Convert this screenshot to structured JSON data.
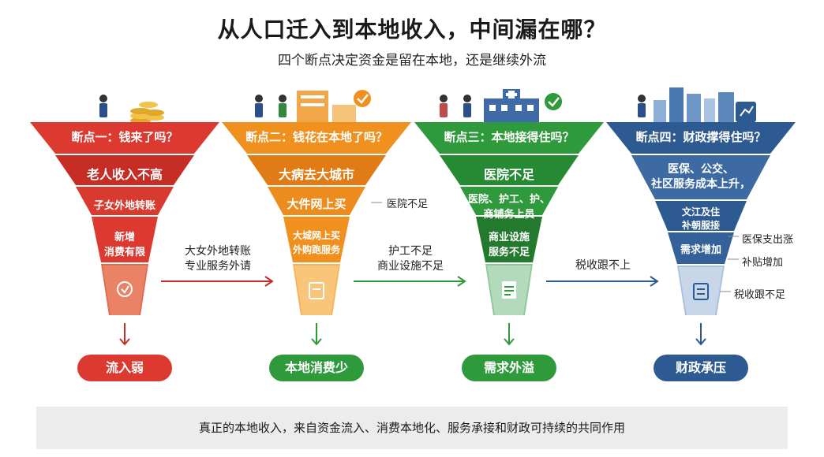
{
  "title": "从人口迁入到本地收入，中间漏在哪？",
  "subtitle": "四个断点决定资金是留在本地，还是继续外流",
  "funnels": [
    {
      "header": "断点一：钱来了吗？",
      "tiers": [
        "老人收入不高",
        "子女外地转账",
        "新增",
        "消费有限"
      ],
      "result": "流入弱",
      "colors": {
        "main": "#dc3a30",
        "dark": "#b8261f"
      }
    },
    {
      "header": "断点二：钱花在本地了吗？",
      "tiers": [
        "大病去大城市",
        "大件网上买",
        "大城网上买",
        "外购跑服务"
      ],
      "side": [
        "医院不足"
      ],
      "result": "本地消费少",
      "colors": {
        "main": "#f0901f",
        "dark": "#d8761a"
      }
    },
    {
      "header": "断点三：本地接得住吗？",
      "tiers": [
        "医院不足",
        "医院、护工、护、",
        "商铺务上员",
        "商业设施",
        "服务不足"
      ],
      "result": "需求外溢",
      "colors": {
        "main": "#2f9a3c",
        "dark": "#237a2f"
      }
    },
    {
      "header": "断点四：财政撑得住吗？",
      "tiers": [
        "医保、公交、",
        "社区服务成本上升，",
        "文江及住",
        "补朝服接",
        "需求增加"
      ],
      "side": [
        "医保支出涨",
        "补贴增加",
        "税收跟不足"
      ],
      "result": "财政承压",
      "colors": {
        "main": "#2e5a92",
        "dark": "#244a7a"
      }
    }
  ],
  "between": [
    [
      "大女外地转账",
      "专业服务外请"
    ],
    [
      "护工不足",
      "商业设施不足"
    ],
    [
      "税收跟不上"
    ]
  ],
  "footer": "真正的本地收入，来自资金流入、消费本地化、服务承接和财政可持续的共同作用"
}
